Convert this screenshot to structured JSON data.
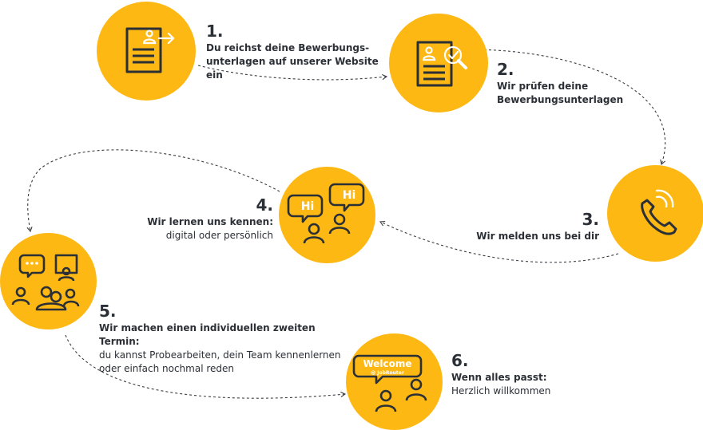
{
  "colors": {
    "circle": "#FDB813",
    "icon": "#2B2F36",
    "icon_light": "#FFFFFF",
    "text": "#2B2F36",
    "dash": "#3A3D42"
  },
  "steps": [
    {
      "number": "1.",
      "title_lines": [
        "Du reichst deine Bewerbungs-",
        "unterlagen auf unserer Website ein"
      ],
      "sub_lines": [],
      "icon": "document-send-icon"
    },
    {
      "number": "2.",
      "title_lines": [
        "Wir prüfen deine",
        "Bewerbungsunterlagen"
      ],
      "sub_lines": [],
      "icon": "document-search-icon"
    },
    {
      "number": "3.",
      "title_lines": [
        "Wir melden uns bei dir"
      ],
      "sub_lines": [],
      "icon": "phone-icon"
    },
    {
      "number": "4.",
      "title_lines": [
        "Wir lernen uns kennen:"
      ],
      "sub_lines": [
        "digital oder persönlich"
      ],
      "icon": "chat-hi-icon",
      "bubble_text_1": "Hi",
      "bubble_text_2": "Hi"
    },
    {
      "number": "5.",
      "title_lines": [
        "Wir machen einen individuellen zweiten Termin:"
      ],
      "sub_lines": [
        "du kannst Probearbeiten, dein Team kennenlernen",
        "oder einfach nochmal reden"
      ],
      "icon": "team-meeting-icon"
    },
    {
      "number": "6.",
      "title_lines": [
        "Wenn alles passt:"
      ],
      "sub_lines": [
        "Herzlich willkommen"
      ],
      "icon": "welcome-icon",
      "welcome_text": "Welcome",
      "welcome_sub": "@ JobRouter"
    }
  ]
}
